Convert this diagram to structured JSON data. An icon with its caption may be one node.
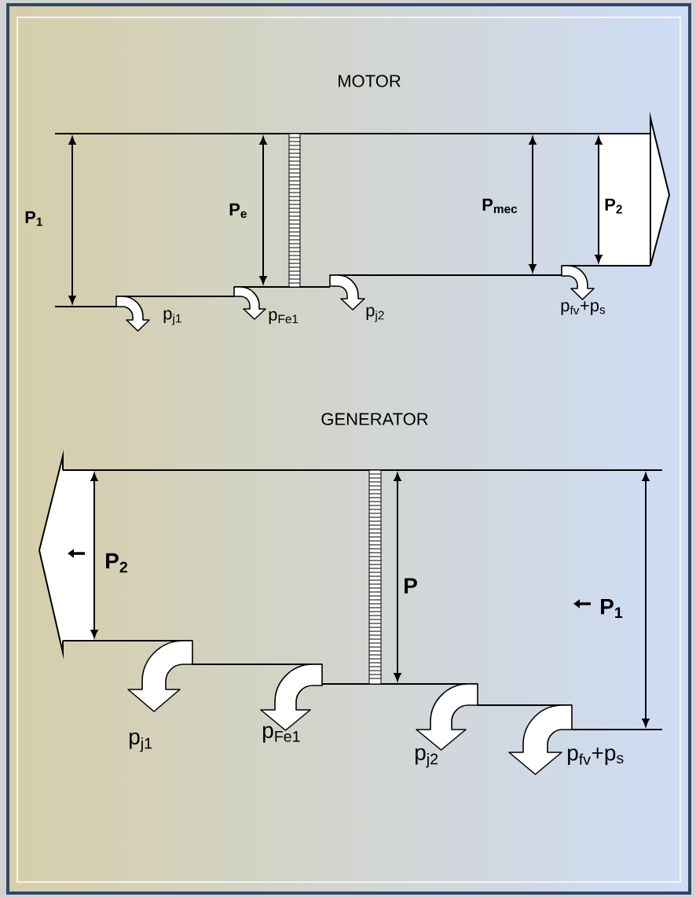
{
  "diagram": {
    "labels": [
      "MOTOR",
      "P$_{1}$",
      "P$_{e}$",
      "P$_{mec}$",
      "P$_{2}$",
      "p$_{j1}$",
      "p$_{Fe1}$",
      "p$_{j2}$",
      "p$_{fv}$+p$_{s}$",
      "GENERATOR",
      "P$_{2}$",
      "P",
      "P$_{1}$",
      "p$_{j1}$",
      "p$_{Fe1}$",
      "p$_{j2}$",
      "p$_{fv}$+p$_{s}$"
    ]
  }
}
